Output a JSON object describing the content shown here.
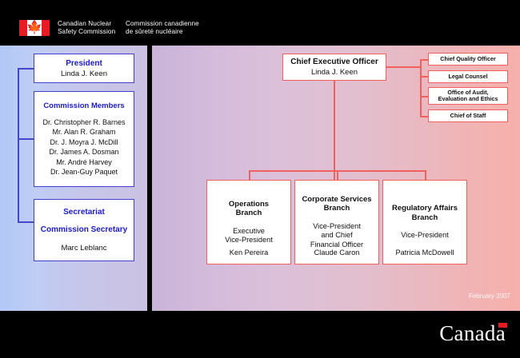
{
  "header": {
    "flag_icon": "canada-flag-icon",
    "org_en": "Canadian Nuclear\nSafety Commission",
    "org_fr": "Commission canadienne\nde sûreté nucléaire"
  },
  "left_panel": {
    "president": {
      "title": "President",
      "name": "Linda J. Keen"
    },
    "commission_members": {
      "title": "Commission Members",
      "members": [
        "Dr. Christopher R. Barnes",
        "Mr. Alan R. Graham",
        "Dr. J. Moyra J. McDill",
        "Dr. James A. Dosman",
        "Mr. André Harvey",
        "Dr. Jean-Guy Paquet"
      ]
    },
    "secretariat": {
      "title": "Secretariat",
      "subtitle": "Commission Secretary",
      "name": "Marc Leblanc"
    }
  },
  "right_panel": {
    "ceo": {
      "title": "Chief Executive Officer",
      "name": "Linda J. Keen"
    },
    "advisory": [
      {
        "label": "Chief Quality Officer"
      },
      {
        "label": "Legal Counsel"
      },
      {
        "label": "Office of Audit,\nEvaluation and Ethics"
      },
      {
        "label": "Chief of Staff"
      }
    ],
    "branches": [
      {
        "title": "Operations\nBranch",
        "role": "Executive\nVice-President",
        "name": "Ken Pereira"
      },
      {
        "title": "Corporate Services\nBranch",
        "role": "Vice-President\nand Chief\nFinancial Officer",
        "name": "Claude Caron"
      },
      {
        "title": "Regulatory Affairs\nBranch",
        "role": "Vice-President",
        "name": "Patricia McDowell"
      }
    ],
    "date_stamp": "February 2007"
  },
  "footer": {
    "wordmark": "Canada",
    "wordmark_flag_icon": "canada-flag-icon"
  },
  "colors": {
    "blue_border": "#4040cc",
    "blue_text": "#1a1ad0",
    "red_border": "#f0605c",
    "header_bg": "#000000",
    "flag_red": "#e81b23"
  }
}
